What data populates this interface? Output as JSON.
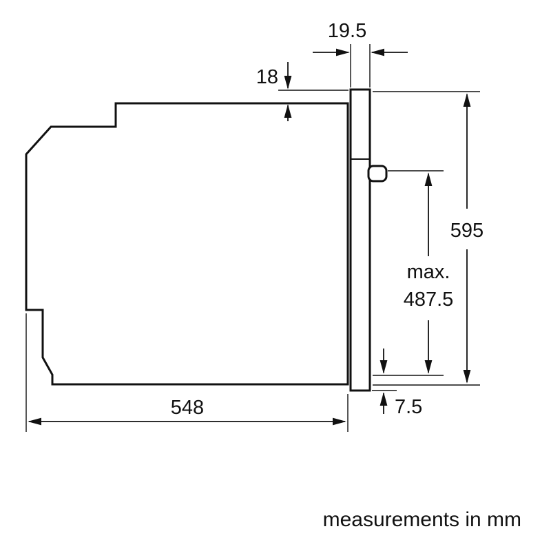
{
  "diagram": {
    "unit_note": "measurements in mm",
    "dimensions": {
      "panel_depth": "19.5",
      "top_offset": "18",
      "total_height": "595",
      "max_prefix": "max.",
      "max_value": "487.5",
      "bottom_offset": "7.5",
      "body_depth": "548"
    }
  }
}
